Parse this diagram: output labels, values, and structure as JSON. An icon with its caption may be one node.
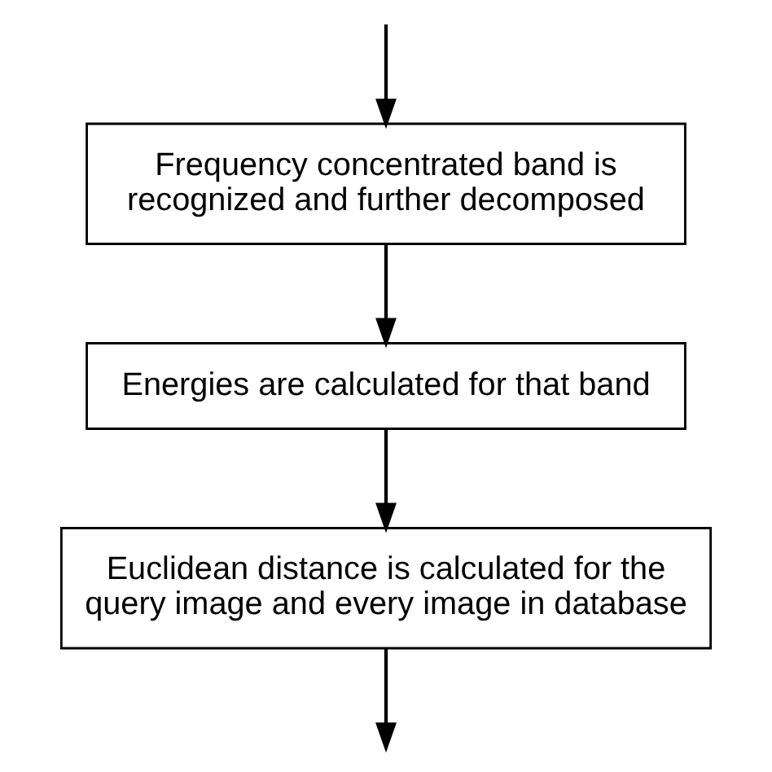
{
  "diagram": {
    "nodes": [
      {
        "text": [
          "Frequency concentrated band is recognized and further decomposed"
        ]
      },
      {
        "text": [
          "Energies are calculated for that band"
        ]
      },
      {
        "text": [
          "Euclidean distance is calculated for the query image and every image in database"
        ]
      }
    ],
    "edges": [
      {
        "from": null,
        "to": 0,
        "arrow": "to"
      },
      {
        "from": 0,
        "to": 1,
        "arrow": "to"
      },
      {
        "from": 1,
        "to": 2,
        "arrow": "to"
      },
      {
        "from": 2,
        "to": null,
        "arrow": "to"
      }
    ]
  }
}
